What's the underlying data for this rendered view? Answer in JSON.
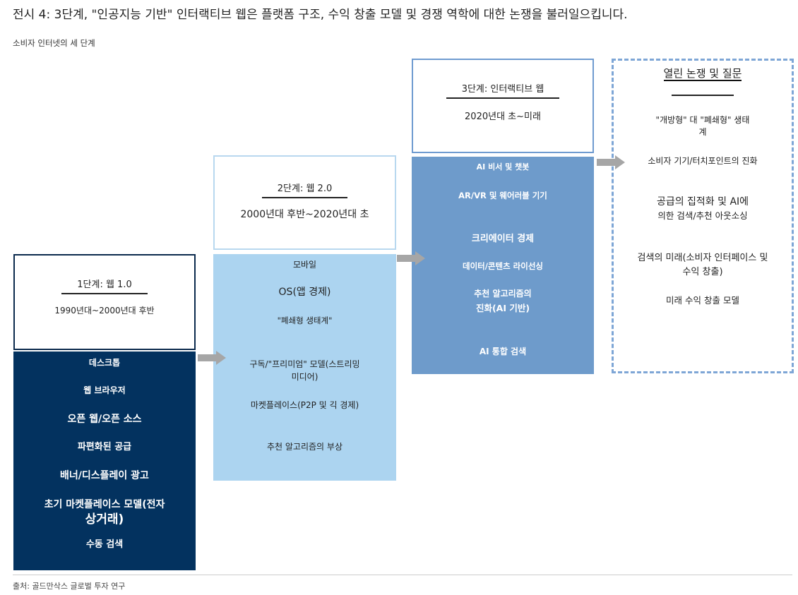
{
  "title": "전시 4: 3단계, \"인공지능 기반\" 인터랙티브 웹은 플랫폼 구조, 수익 창출 모델 및 경쟁 역학에 대한 논쟁을 불러일으킵니다.",
  "subtitle": "소비자 인터넷의 세 단계",
  "stages": [
    {
      "title": "1단계: 웹 1.0",
      "period": "1990년대~2000년대 후반",
      "items": [
        "데스크톱",
        "웹 브라우저",
        "오픈 웹/오픈 소스",
        "파편화된 공급",
        "배너/디스플레이 광고",
        "초기 마켓플레이스 모델(전자",
        "상거래)",
        "수동 검색"
      ]
    },
    {
      "title": "2단계: 웹 2.0",
      "period": "2000년대 후반~2020년대 초",
      "items": [
        "모바일",
        "OS(앱 경제)",
        "\"폐쇄형 생태계\"",
        "구독/\"프리미엄\" 모델(스트리밍",
        "미디어)",
        "마켓플레이스(P2P 및 긱 경제)",
        "추천 알고리즘의 부상"
      ]
    },
    {
      "title": "3단계: 인터랙티브 웹",
      "period": "2020년대 초~미래",
      "items": [
        "AI 비서 및 챗봇",
        "AR/VR 및 웨어러블 기기",
        "크리에이터 경제",
        "데이터/콘텐츠 라이선싱",
        "추천 알고리즘의",
        "진화(AI 기반)",
        "AI 통합 검색"
      ]
    }
  ],
  "open_questions": {
    "title": "열린 논쟁 및 질문",
    "items": [
      "\"개방형\" 대 \"폐쇄형\" 생태",
      "계",
      "소비자 기기/터치포인트의 진화",
      "공급의 집적화 및 AI에",
      "의한 검색/추천 아웃소싱",
      "검색의 미래(소비자 인터페이스 및",
      "수익 창출)",
      "미래 수익 창출 모델"
    ]
  },
  "source": "출처: 골드만삭스 글로벌 투자 연구",
  "colors": {
    "stage1": "#03325f",
    "stage2": "#acd4f0",
    "stage3": "#6e9bcb",
    "dashed": "#7ea6d6",
    "arrow": "#a6a6a6"
  }
}
